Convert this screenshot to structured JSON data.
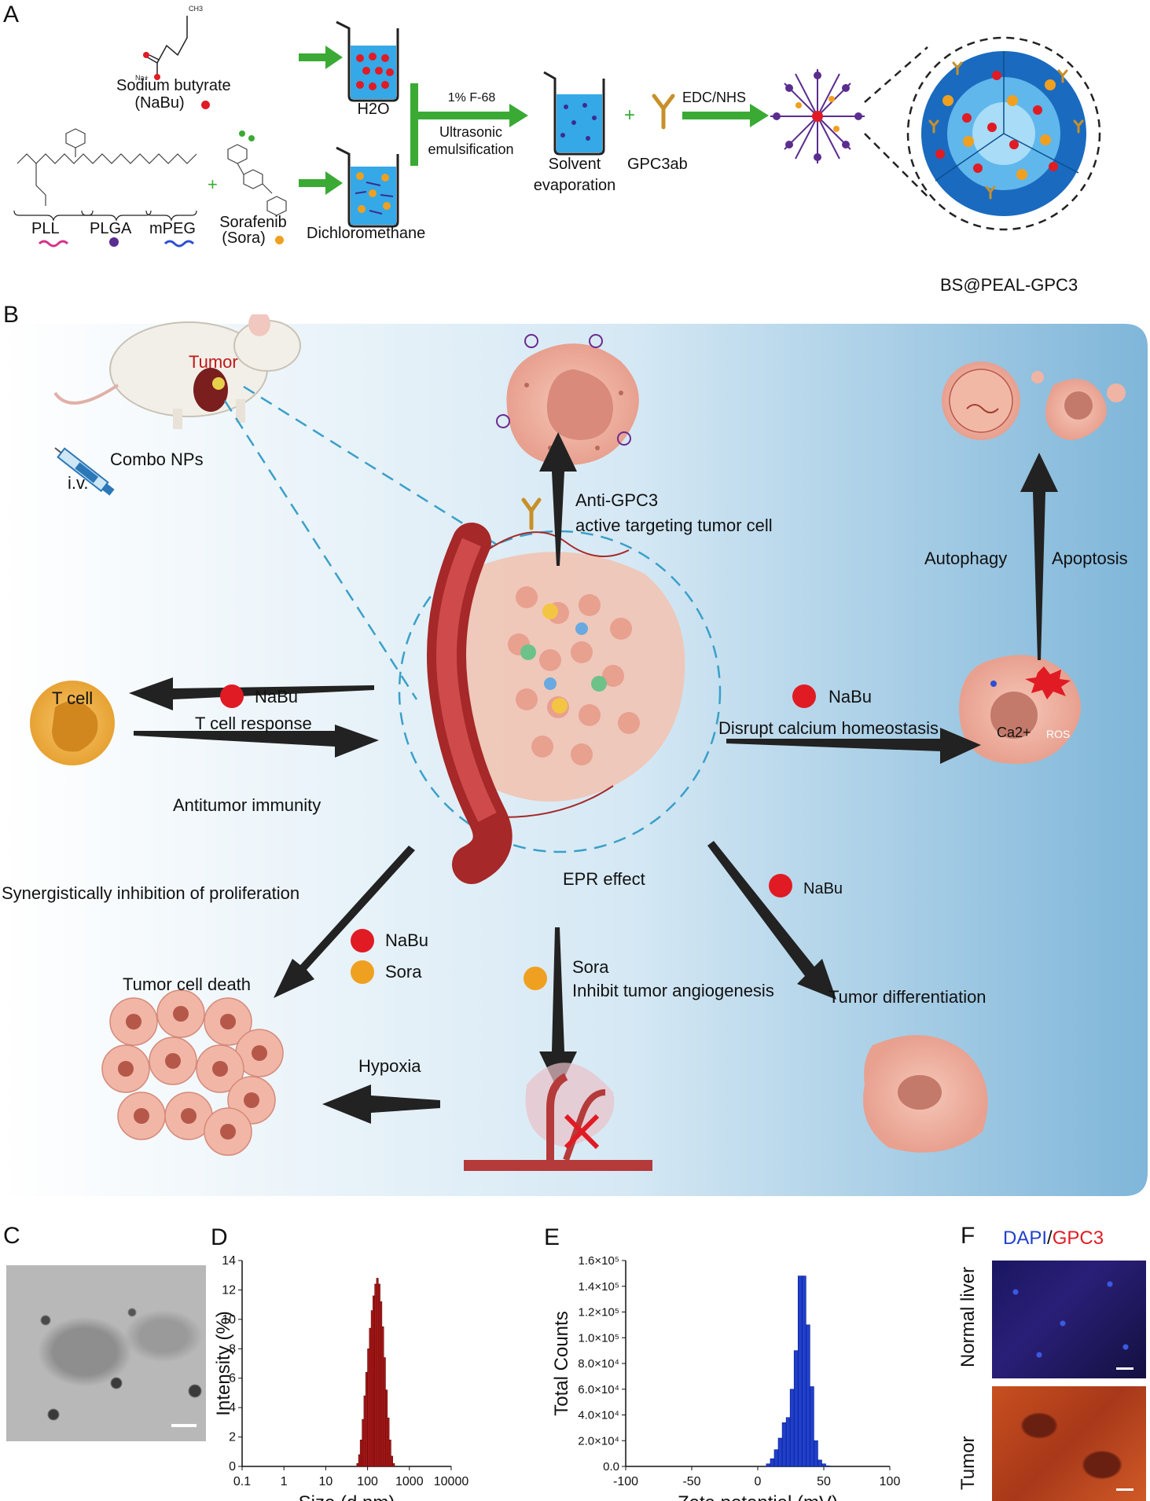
{
  "panel_a": {
    "letter": "A",
    "nabu_label_1": "Sodium butyrate",
    "nabu_label_2": "(NaBu)",
    "water": "H2O",
    "pll": "PLL",
    "plga": "PLGA",
    "mpeg": "mPEG",
    "sora_label_1": "Sorafenib",
    "sora_label_2": "(Sora)",
    "dcm": "Dichloromethane",
    "f68": "1% F-68",
    "ultrasonic_1": "Ultrasonic",
    "ultrasonic_2": "emulsification",
    "solvent_1": "Solvent",
    "solvent_2": "evaporation",
    "gpc3ab": "GPC3ab",
    "edc": "EDC/NHS",
    "product": "BS@PEAL-GPC3"
  },
  "panel_b": {
    "letter": "B",
    "tumor": "Tumor",
    "combo": "Combo NPs",
    "iv": "i.v.",
    "anti_gpc3_1": "Anti-GPC3",
    "anti_gpc3_2": "active targeting tumor cell",
    "autophagy": "Autophagy",
    "apoptosis": "Apoptosis",
    "tcell": "T cell",
    "nabu": "NaBu",
    "tcell_response": "T cell response",
    "antitumor": "Antitumor immunity",
    "disrupt": "Disrupt calcium homeostasis",
    "ca": "Ca2+",
    "ros": "ROS",
    "epr": "EPR effect",
    "synergy": "Synergistically inhibition of proliferation",
    "sora": "Sora",
    "tumor_death": "Tumor cell death",
    "inhibit_angio": "Inhibit tumor angiogenesis",
    "tumor_diff": "Tumor differentiation",
    "hypoxia": "Hypoxia"
  },
  "panel_c": {
    "letter": "C"
  },
  "panel_f": {
    "letter": "F",
    "dapi": "DAPI",
    "slash": "/",
    "gpc3": "GPC3",
    "normal_liver": "Normal liver",
    "tumor": "Tumor"
  },
  "colors": {
    "nabu_dot": "#e01b24",
    "sora_dot": "#f0a020",
    "arrow_green": "#3aaa35",
    "dcm_red_text": "#e01b24",
    "bar_d": "#b01818",
    "bar_e": "#1f3fcc",
    "dapi_blue": "#1f3fcc",
    "gpc3_red": "#e01b24"
  },
  "chart_data": [
    {
      "panel": "D",
      "type": "bar",
      "xlabel": "Size (d.nm)",
      "ylabel": "Intensity (%)",
      "x_scale": "log",
      "xlim": [
        0.1,
        10000
      ],
      "ylim": [
        0,
        14
      ],
      "x_ticks": [
        "0.1",
        "1",
        "10",
        "100",
        "1000",
        "10000"
      ],
      "y_ticks": [
        "0",
        "2",
        "4",
        "6",
        "8",
        "10",
        "12",
        "14"
      ],
      "x": [
        58,
        64,
        70,
        78,
        86,
        95,
        105,
        116,
        128,
        141,
        156,
        172,
        190,
        210,
        232,
        256,
        283,
        313,
        346,
        382,
        422
      ],
      "values": [
        0.2,
        0.8,
        1.8,
        3.2,
        4.8,
        6.4,
        8.0,
        9.4,
        10.6,
        11.6,
        12.4,
        12.8,
        12.4,
        11.2,
        9.5,
        7.4,
        5.2,
        3.3,
        1.8,
        0.7,
        0.2
      ]
    },
    {
      "panel": "E",
      "type": "bar",
      "xlabel": "Zeta potential (mV)",
      "ylabel": "Total Counts",
      "xlim": [
        -100,
        100
      ],
      "ylim": [
        0,
        160000
      ],
      "x_ticks": [
        "-100",
        "-50",
        "0",
        "50",
        "100"
      ],
      "y_ticks": [
        "0.0",
        "2.0×10⁴",
        "4.0×10⁴",
        "6.0×10⁴",
        "8.0×10⁴",
        "1.0×10⁵",
        "1.2×10⁵",
        "1.4×10⁵",
        "1.6×10⁵"
      ],
      "x": [
        8,
        11,
        14,
        17,
        20,
        23,
        26,
        29,
        32,
        35,
        38,
        41,
        44,
        47,
        50,
        53
      ],
      "values": [
        2000,
        6000,
        13000,
        22000,
        34000,
        38000,
        60000,
        90000,
        148000,
        148000,
        110000,
        62000,
        20000,
        5000,
        2000,
        500
      ]
    }
  ]
}
